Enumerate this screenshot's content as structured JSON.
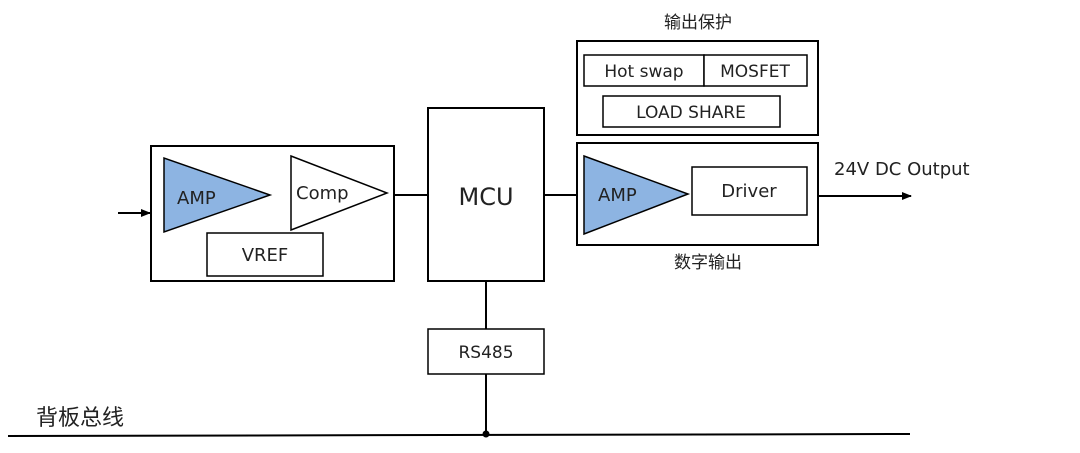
{
  "colors": {
    "stroke": "#000000",
    "amp_fill": "#8db4e2",
    "background": "#ffffff"
  },
  "input_stage": {
    "amp_label": "AMP",
    "comp_label": "Comp",
    "vref_label": "VREF"
  },
  "mcu": {
    "label": "MCU"
  },
  "rs485": {
    "label": "RS485"
  },
  "output_protection": {
    "title": "输出保护",
    "hot_swap": "Hot swap",
    "mosfet": "MOSFET",
    "load_share": "LOAD SHARE"
  },
  "digital_output": {
    "title": "数字输出",
    "amp_label": "AMP",
    "driver_label": "Driver",
    "output_label": "24V DC Output"
  },
  "backplane_bus": {
    "label": "背板总线"
  }
}
